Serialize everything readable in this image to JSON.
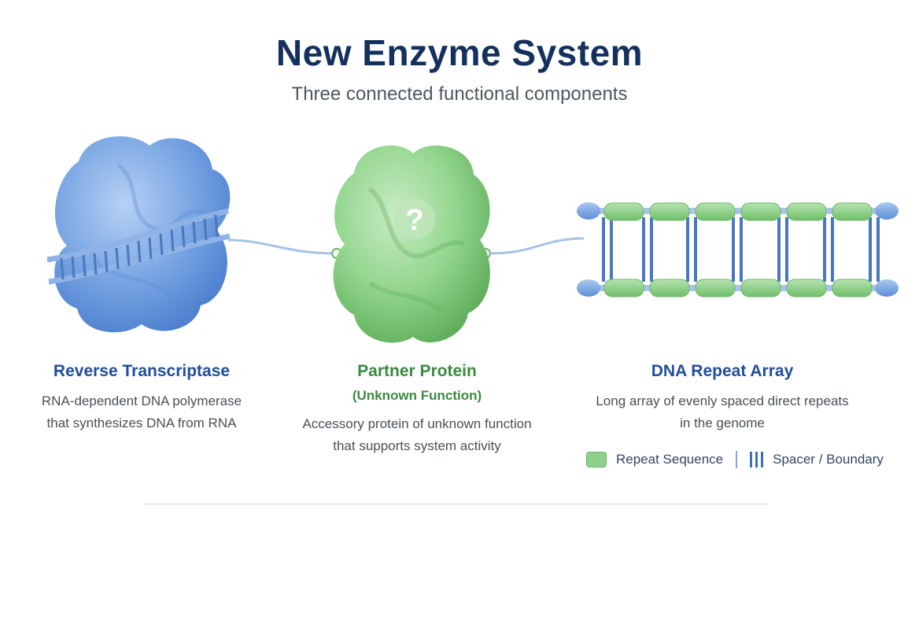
{
  "header": {
    "title": "New Enzyme System",
    "subtitle": "Three connected functional components"
  },
  "components": [
    {
      "name": "Reverse Transcriptase",
      "desc_lines": [
        "RNA-dependent DNA polymerase",
        "that synthesizes DNA from RNA"
      ],
      "color": "#1f4e9c"
    },
    {
      "name": "Partner Protein",
      "sub": "(Unknown Function)",
      "glyph": "?",
      "desc_lines": [
        "Accessory protein of unknown function",
        "that supports system activity"
      ],
      "color": "#3a8a3f"
    },
    {
      "name": "DNA Repeat Array",
      "desc_lines": [
        "Long array of evenly spaced direct repeats",
        "in the genome"
      ],
      "color": "#1f4e9c"
    }
  ],
  "legend": {
    "repeat_label": "Repeat Sequence",
    "spacer_label": "Spacer / Boundary"
  },
  "colors": {
    "title": "#14305e",
    "blue_protein": "#6f9fe0",
    "green_protein": "#8ed18b",
    "backbone": "#a8c4ec",
    "repeat_green": "#8ed18b",
    "spacer_blue": "#3d6fb6"
  }
}
